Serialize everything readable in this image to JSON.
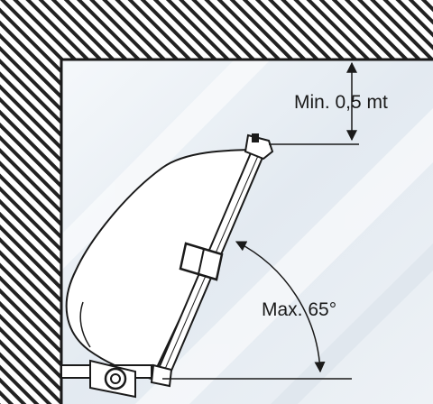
{
  "diagram": {
    "clearance_label": "Min. 0,5 mt",
    "angle_label": "Max. 65°"
  },
  "colors": {
    "wall_hatch": "#222222",
    "background_tint": "#e7edf3",
    "line": "#1a1a1a",
    "awning_fill": "#ffffff"
  },
  "icons": {
    "wall": "hatched-wall-corner",
    "awning": "awning-side-view",
    "dimension": "dimension-arrows",
    "angle": "angle-arc-arrow"
  }
}
